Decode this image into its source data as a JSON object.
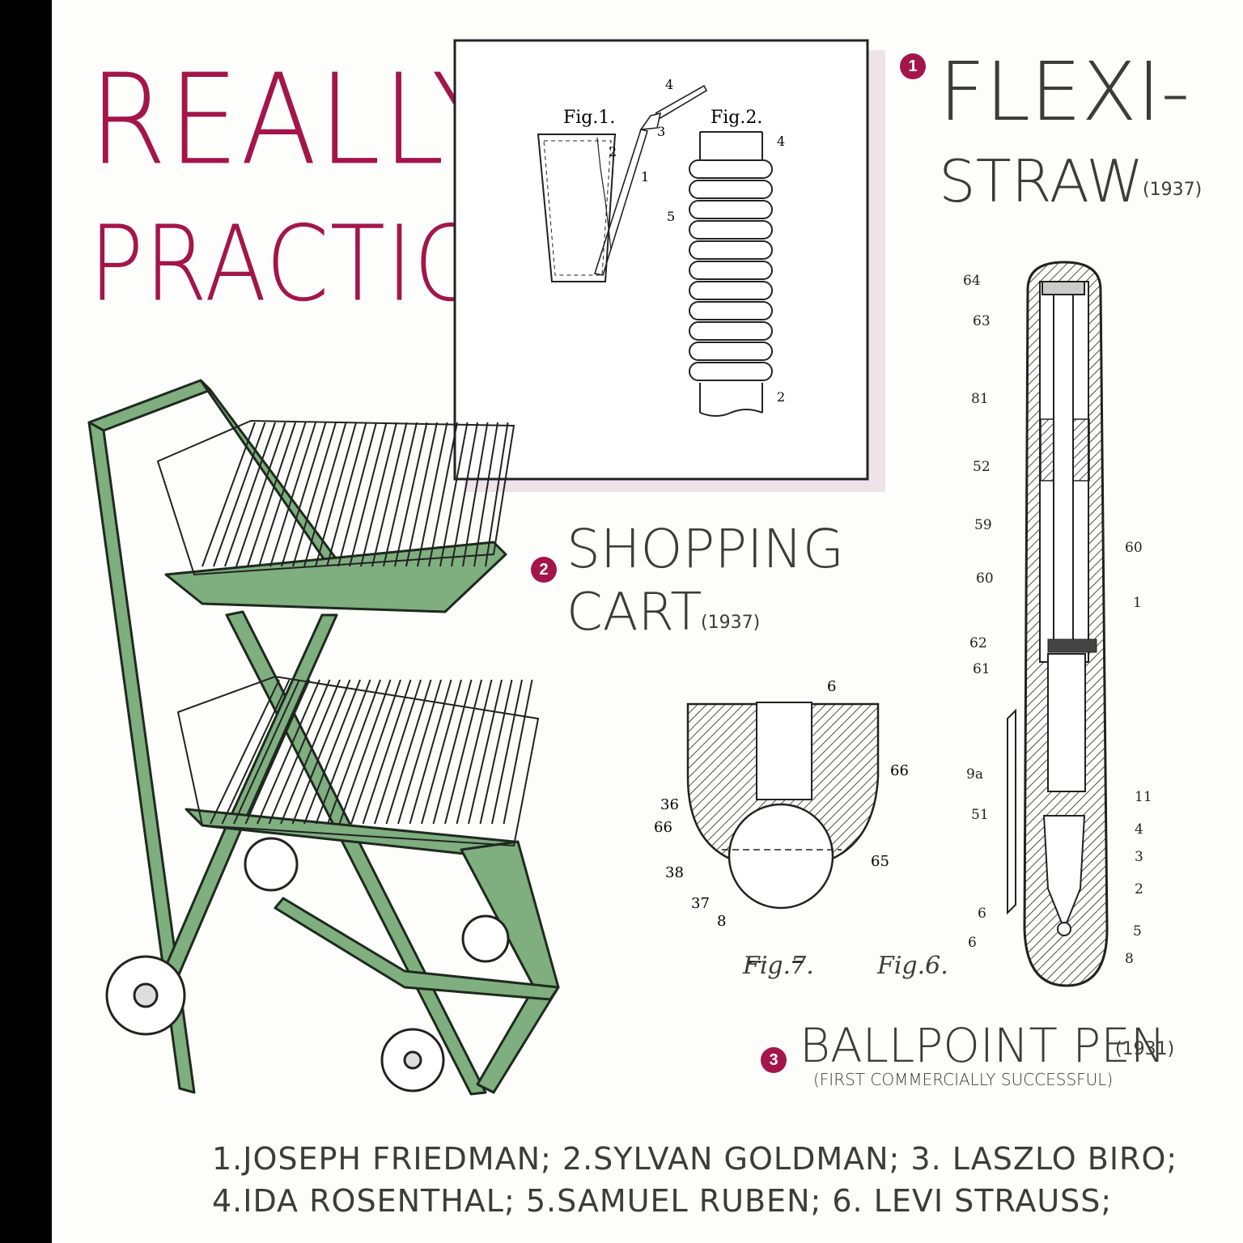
{
  "title": {
    "line1": "REALLY",
    "line2": "PRACTICAL"
  },
  "items": [
    {
      "number": "1",
      "name_line1": "FLEXI-",
      "name_line2": "STRAW",
      "year": "(1937)"
    },
    {
      "number": "2",
      "name_line1": "SHOPPING",
      "name_line2": "CART",
      "year": "(1937)"
    },
    {
      "number": "3",
      "name_line1": "BALLPOINT PEN",
      "year": "(1931)",
      "note": "(FIRST COMMERCIALLY SUCCESSFUL)"
    }
  ],
  "straw_patent": {
    "fig1": "Fig.1.",
    "fig2": "Fig.2.",
    "labels": [
      "1",
      "2",
      "3",
      "4",
      "5",
      "4",
      "2"
    ]
  },
  "pen_patent": {
    "fig7": "Fig.7.",
    "fig6": "Fig.6.",
    "fig7_labels": [
      "6",
      "66",
      "36",
      "66",
      "38",
      "37",
      "8",
      "65"
    ],
    "fig6_labels": [
      "64",
      "63",
      "81",
      "52",
      "59",
      "60",
      "60",
      "1",
      "62",
      "61",
      "9a",
      "51",
      "11",
      "4",
      "3",
      "2",
      "6",
      "5",
      "6",
      "8"
    ]
  },
  "credits": {
    "line1": "1.JOSEPH FRIEDMAN; 2.SYLVAN GOLDMAN; 3. LASZLO BIRO;",
    "line2": "4.IDA ROSENTHAL; 5.SAMUEL RUBEN; 6. LEVI STRAUSS;"
  },
  "colors": {
    "title": "#a3154b",
    "cart": "#7fae7f",
    "ink": "#2b2b2b",
    "text": "#3a3d38"
  }
}
